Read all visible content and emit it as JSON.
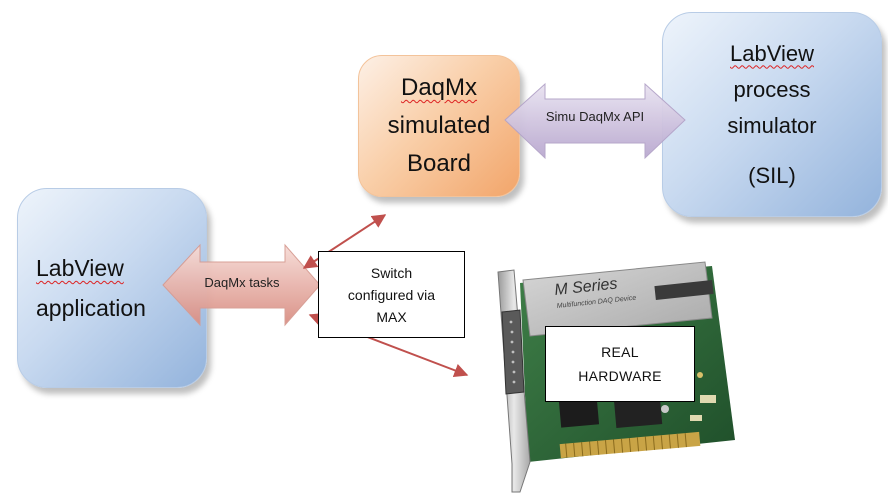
{
  "nodes": {
    "daqmx_board": {
      "lines": [
        "DaqMx",
        "simulated",
        "Board"
      ]
    },
    "process_simulator": {
      "lines": [
        "LabView",
        "process",
        "simulator",
        "(SIL)"
      ]
    },
    "labview_app": {
      "lines": [
        "LabView",
        "application"
      ]
    },
    "switch": {
      "lines": [
        "Switch",
        "configured via",
        "MAX"
      ]
    },
    "hardware": {
      "lines": [
        "REAL",
        "HARDWARE"
      ],
      "card_text": [
        "M Series",
        "Multifunction DAQ Device"
      ]
    }
  },
  "edges": {
    "simu_api": {
      "label": "Simu DaqMx API"
    },
    "daqmx_tasks": {
      "label": "DaqMx tasks"
    }
  },
  "colors": {
    "blue_box": "#c9daf0",
    "orange_box": "#f9cfa9",
    "purple_arrow": "#d6cbe3",
    "pink_arrow": "#ecb8b0",
    "red_connector": "#c0504d",
    "pcb_green": "#2e6b3a"
  }
}
